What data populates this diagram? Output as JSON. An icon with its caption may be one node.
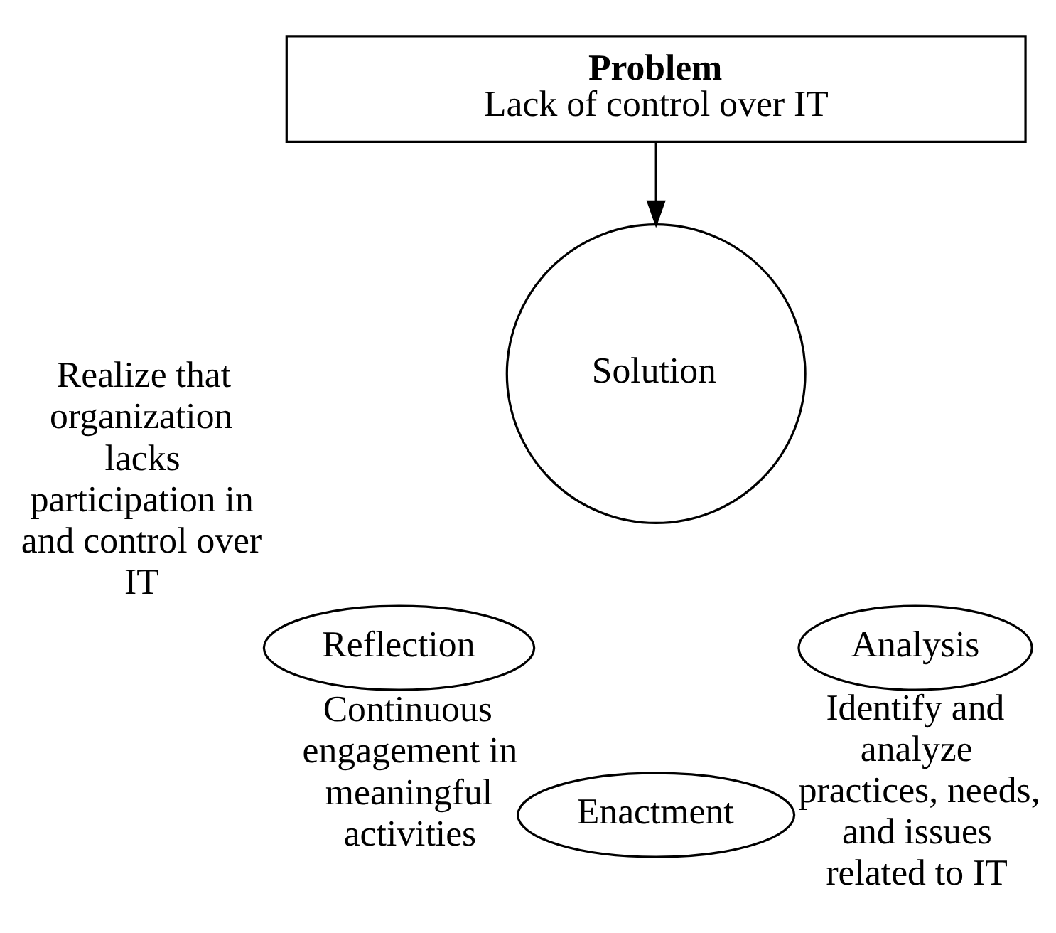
{
  "diagram": {
    "nodes": [
      {
        "text": [
          "Problem",
          "Lack of control over IT"
        ]
      },
      {
        "text": [
          "Solution"
        ]
      },
      {
        "text": [
          "Reflection"
        ],
        "beside": [
          "Realize that organization lacks participation in and control over IT"
        ]
      },
      {
        "text": [
          "Analysis"
        ],
        "beside": [
          "Identify and analyze practices, needs, and issues related to IT"
        ]
      },
      {
        "text": [
          "Enactment"
        ],
        "beside": [
          "Continuous engagement in meaningful activities"
        ]
      }
    ],
    "edges": [
      {
        "from": 0,
        "to": 1,
        "arrow": "to"
      }
    ]
  }
}
